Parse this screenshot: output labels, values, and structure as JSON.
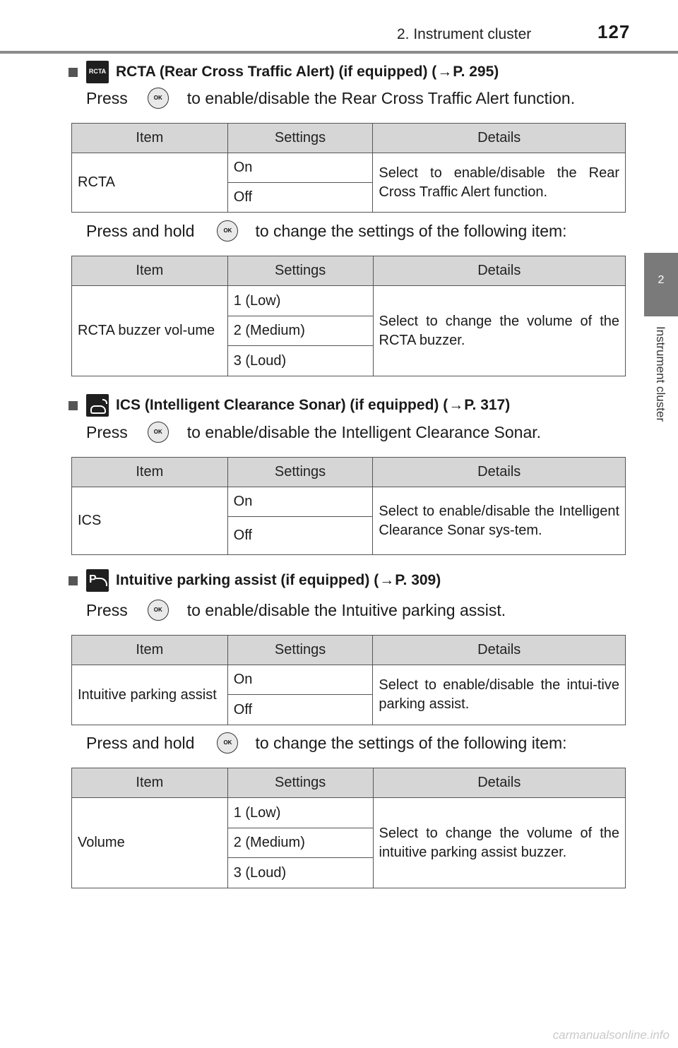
{
  "header": {
    "section": "2. Instrument cluster",
    "page_number": "127"
  },
  "side_tab": {
    "number": "2",
    "label": "Instrument cluster"
  },
  "ok_label": "OK",
  "sections": [
    {
      "icon_text": "RCTA",
      "title": "RCTA (Rear Cross Traffic Alert) (if equipped) (",
      "ref": "P. 295)",
      "press_before": "Press",
      "press_after": "to enable/disable the Rear Cross Traffic Alert function.",
      "table1": {
        "headers": [
          "Item",
          "Settings",
          "Details"
        ],
        "item": "RCTA",
        "settings": [
          "On",
          "Off"
        ],
        "details": "Select to enable/disable the Rear Cross Traffic Alert function."
      },
      "hold_before": "Press and hold",
      "hold_after": "to change the settings of the following item:",
      "table2": {
        "headers": [
          "Item",
          "Settings",
          "Details"
        ],
        "item": "RCTA buzzer vol-ume",
        "settings": [
          "1 (Low)",
          "2 (Medium)",
          "3 (Loud)"
        ],
        "details": "Select to change the volume of the RCTA buzzer."
      }
    },
    {
      "title": "ICS (Intelligent Clearance Sonar) (if equipped) (",
      "ref": "P. 317)",
      "press_before": "Press",
      "press_after": "to enable/disable the Intelligent Clearance Sonar.",
      "table1": {
        "headers": [
          "Item",
          "Settings",
          "Details"
        ],
        "item": "ICS",
        "settings": [
          "On",
          "Off"
        ],
        "details": "Select to enable/disable the Intelligent Clearance Sonar sys-tem."
      }
    },
    {
      "icon_text": "P",
      "title": "Intuitive parking assist (if equipped) (",
      "ref": "P. 309)",
      "press_before": "Press",
      "press_after": "to enable/disable the Intuitive parking assist.",
      "table1": {
        "headers": [
          "Item",
          "Settings",
          "Details"
        ],
        "item": "Intuitive parking assist",
        "settings": [
          "On",
          "Off"
        ],
        "details": "Select to enable/disable the intui-tive parking assist."
      },
      "hold_before": "Press and hold",
      "hold_after": "to change the settings of the following item:",
      "table2": {
        "headers": [
          "Item",
          "Settings",
          "Details"
        ],
        "item": "Volume",
        "settings": [
          "1 (Low)",
          "2 (Medium)",
          "3 (Loud)"
        ],
        "details": "Select to change the volume of the intuitive parking assist buzzer."
      }
    }
  ],
  "watermark": "carmanualsonline.info"
}
